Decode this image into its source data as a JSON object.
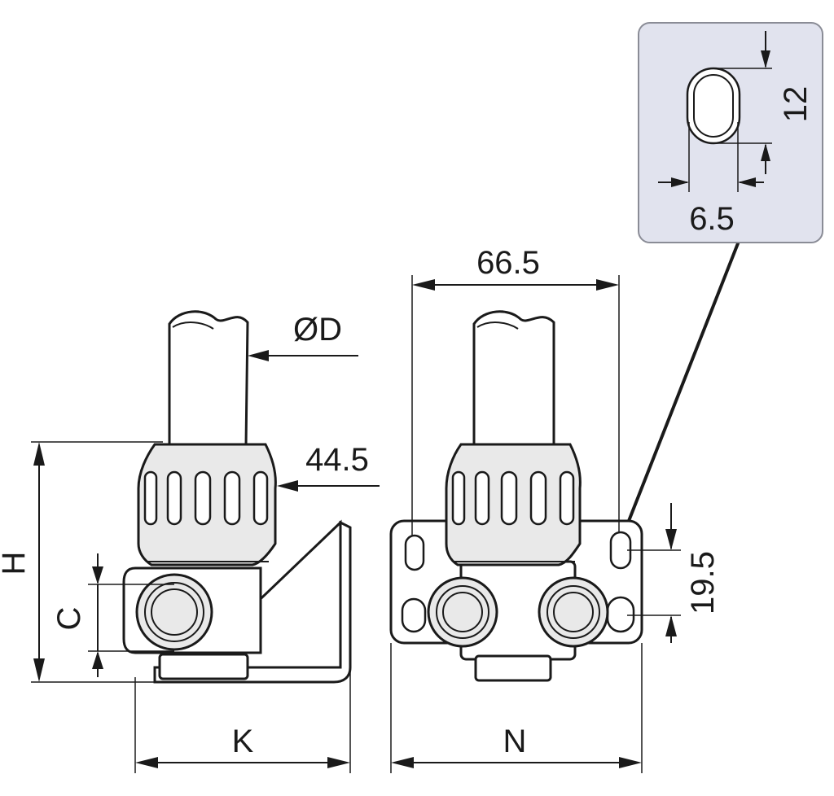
{
  "drawing": {
    "side_view": {
      "diameter_label": "ØD",
      "nut_dimension": "44.5",
      "height_label": "H",
      "center_label": "C",
      "depth_label": "K"
    },
    "front_view": {
      "width_dimension": "66.5",
      "hole_spacing": "19.5",
      "base_width_label": "N"
    },
    "slot_detail": {
      "slot_length": "12",
      "slot_width": "6.5"
    }
  }
}
